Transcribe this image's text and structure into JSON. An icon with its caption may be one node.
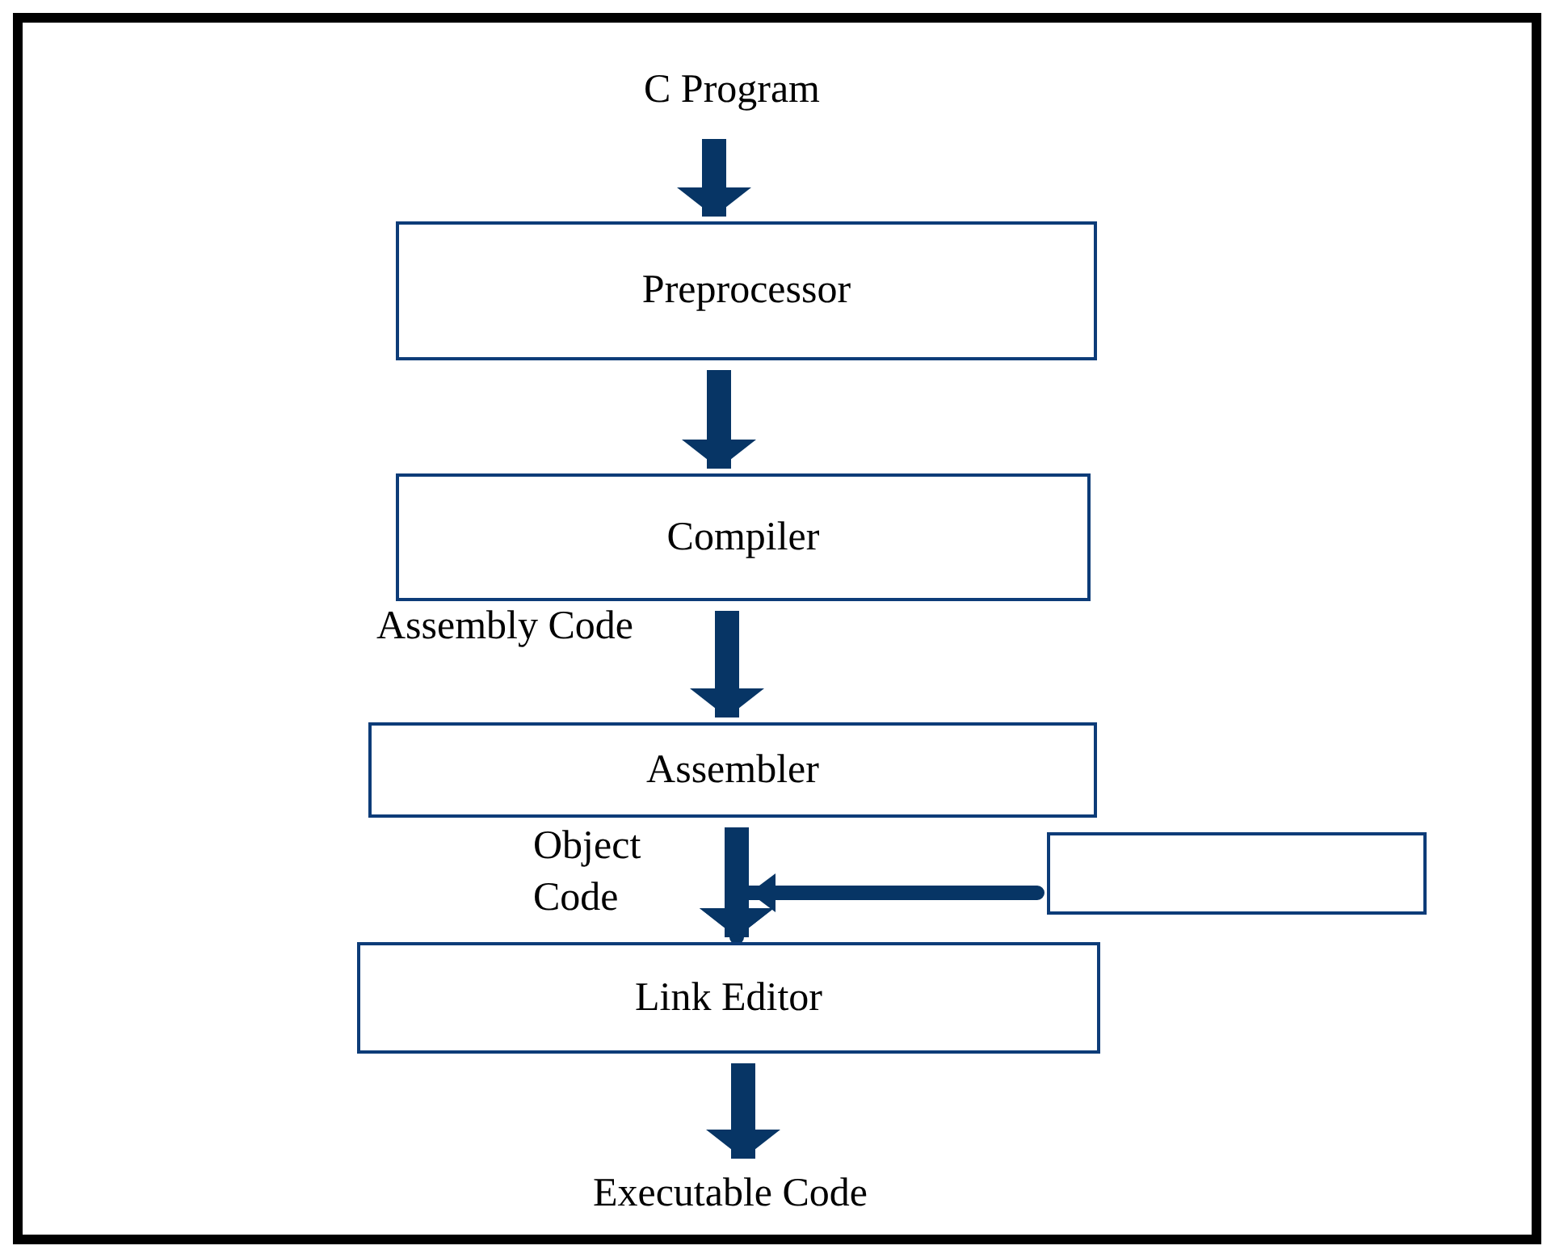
{
  "diagram": {
    "nodes": [
      {
        "text": [
          "C Program"
        ]
      },
      {
        "text": [
          "Preprocessor"
        ]
      },
      {
        "text": [
          "Compiler"
        ]
      },
      {
        "text": [
          "Assembler"
        ]
      },
      {
        "text": [],
        "shape": "box"
      },
      {
        "text": [
          "Link Editor"
        ]
      },
      {
        "text": [
          "Executable Code"
        ]
      }
    ],
    "edges": [
      {
        "from": 0,
        "to": 1,
        "arrow": "to"
      },
      {
        "from": 1,
        "to": 2,
        "arrow": "to"
      },
      {
        "from": 2,
        "to": 3,
        "arrow": "to",
        "label": "Assembly Code"
      },
      {
        "from": 3,
        "to": 5,
        "arrow": "to",
        "label": "Object Code"
      },
      {
        "from": 4,
        "to": 5,
        "arrow": "to"
      },
      {
        "from": 5,
        "to": 6,
        "arrow": "to"
      }
    ]
  }
}
